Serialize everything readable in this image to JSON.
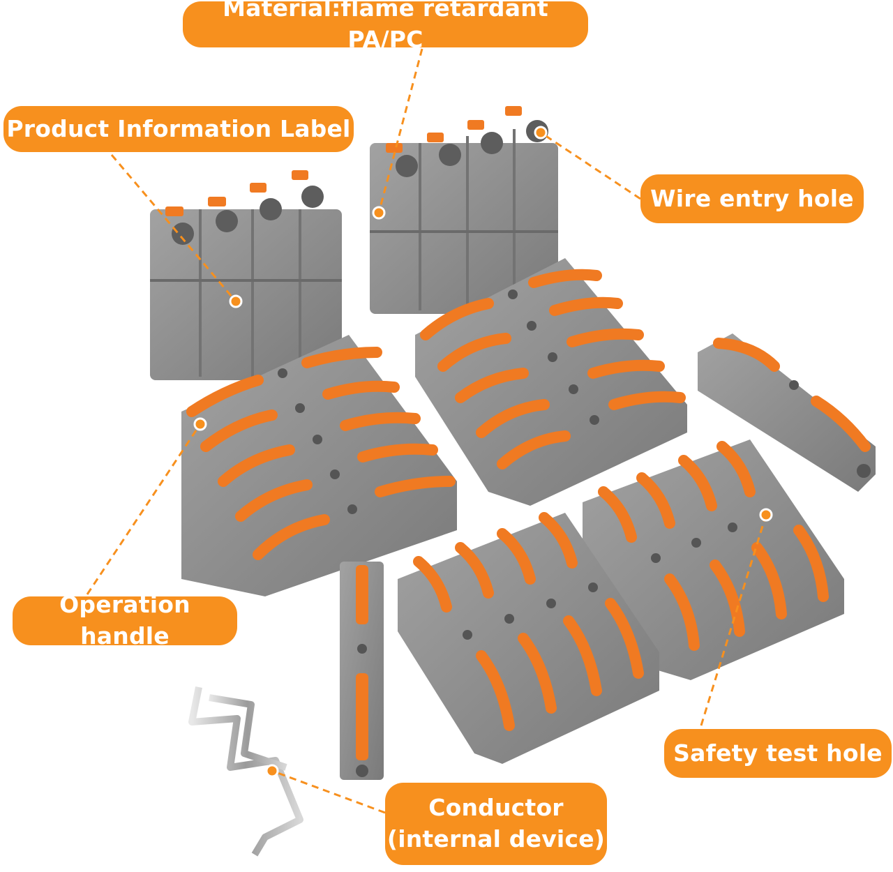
{
  "labels": {
    "material": "Material:flame retardant PA/PC",
    "product_info": "Product Information Label",
    "wire_entry": "Wire entry hole",
    "operation_handle": "Operation handle",
    "safety_test": "Safety test hole",
    "conductor_line1": "Conductor",
    "conductor_line2": "(internal device)"
  },
  "colors": {
    "accent": "#f7901e",
    "lever": "#f07a22",
    "body": "#8e8e8e",
    "body_dark": "#6f6f6f"
  }
}
